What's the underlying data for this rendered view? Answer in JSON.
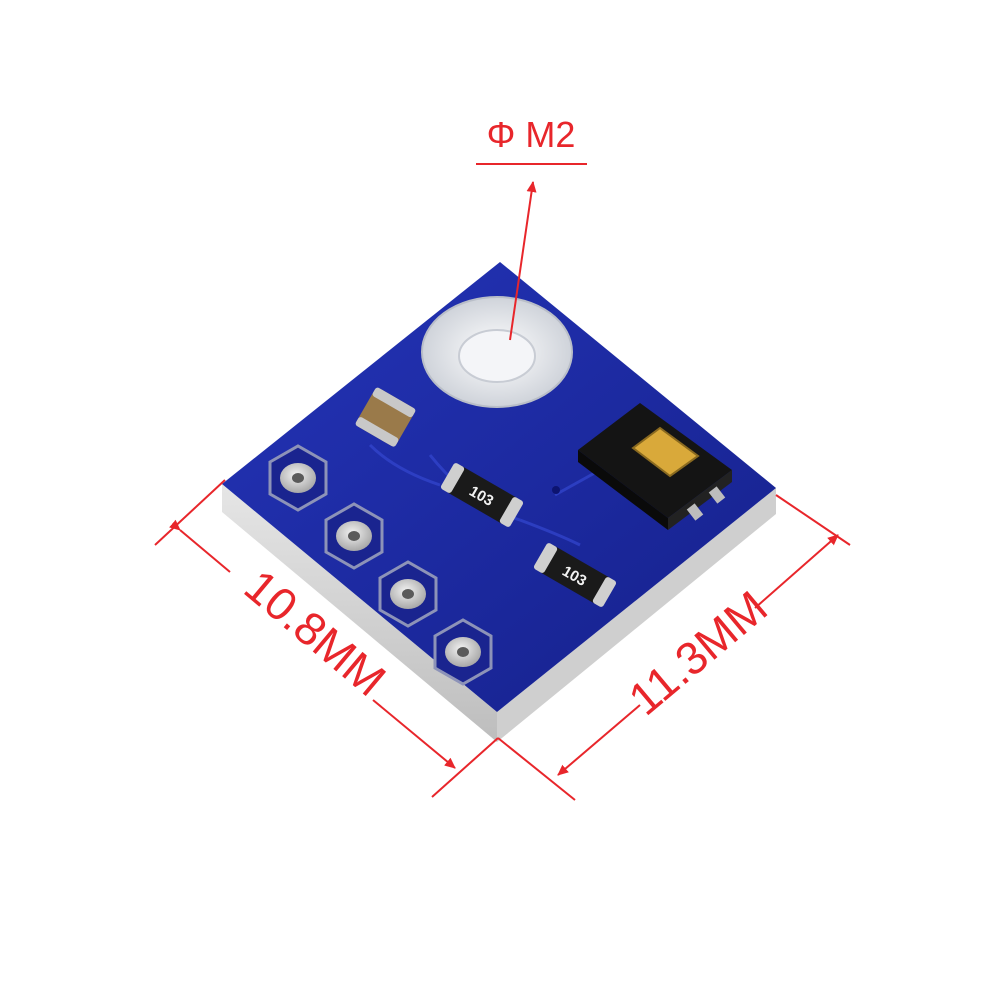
{
  "annotations": {
    "hole_label": "Φ M2",
    "width_label": "10.8MM",
    "depth_label": "11.3MM",
    "color": "#e8262b"
  },
  "board": {
    "pcb_color": "#1d2a9a",
    "resistor_1_marking": "103",
    "resistor_2_marking": "103",
    "pin_count": 4
  }
}
